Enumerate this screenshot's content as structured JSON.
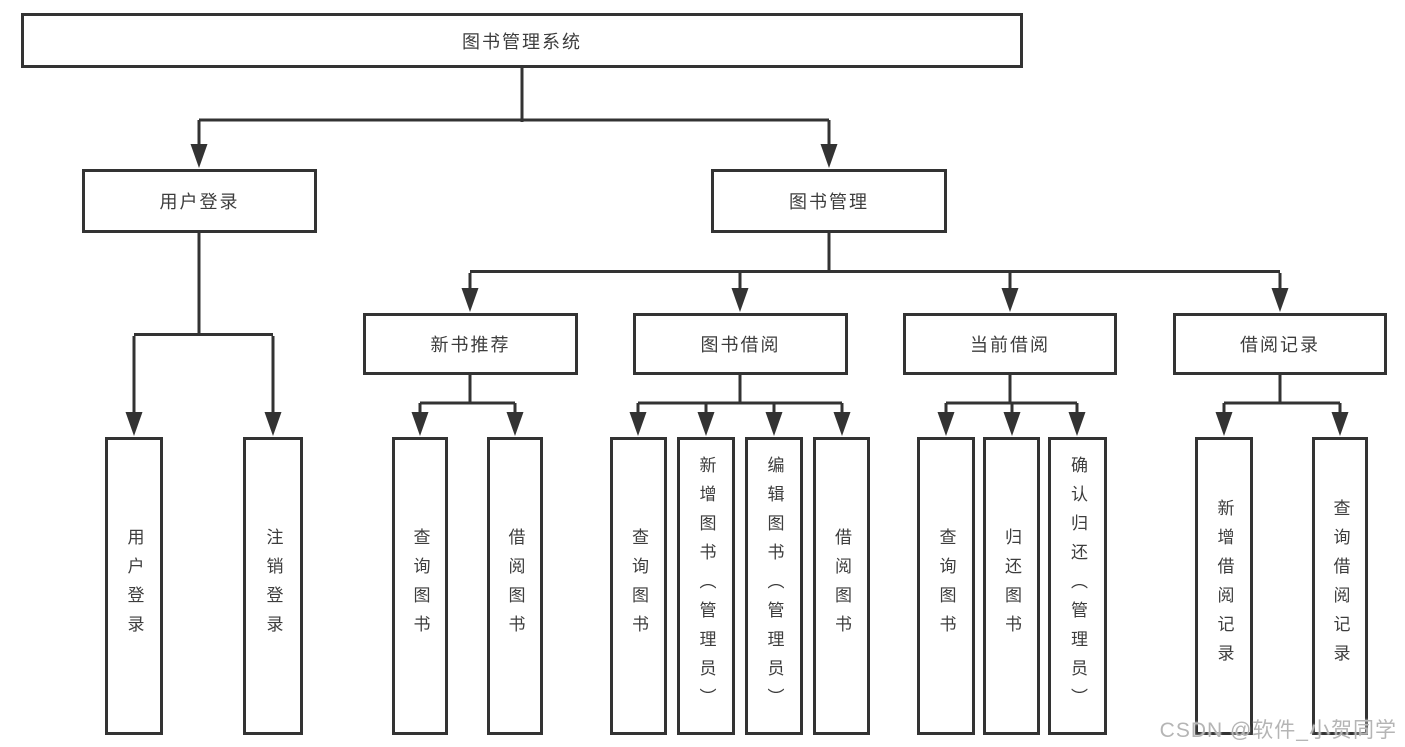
{
  "diagram": {
    "tree": {
      "root": "图书管理系统",
      "level2": [
        {
          "label": "用户登录",
          "leaves": [
            "用户登录",
            "注销登录"
          ]
        },
        {
          "label": "图书管理",
          "groups": [
            {
              "label": "新书推荐",
              "leaves": [
                "查询图书",
                "借阅图书"
              ]
            },
            {
              "label": "图书借阅",
              "leaves": [
                "查询图书",
                "新增图书（管理员）",
                "编辑图书（管理员）",
                "借阅图书"
              ]
            },
            {
              "label": "当前借阅",
              "leaves": [
                "查询图书",
                "归还图书",
                "确认归还（管理员）"
              ]
            },
            {
              "label": "借阅记录",
              "leaves": [
                "新增借阅记录",
                "查询借阅记录"
              ]
            }
          ]
        }
      ]
    }
  },
  "watermark": {
    "text": "CSDN @软件_小贺同学",
    "color": "#b5b5b5"
  },
  "colors": {
    "line": "#333333",
    "text": "#3d3d3d",
    "background": "#ffffff"
  }
}
